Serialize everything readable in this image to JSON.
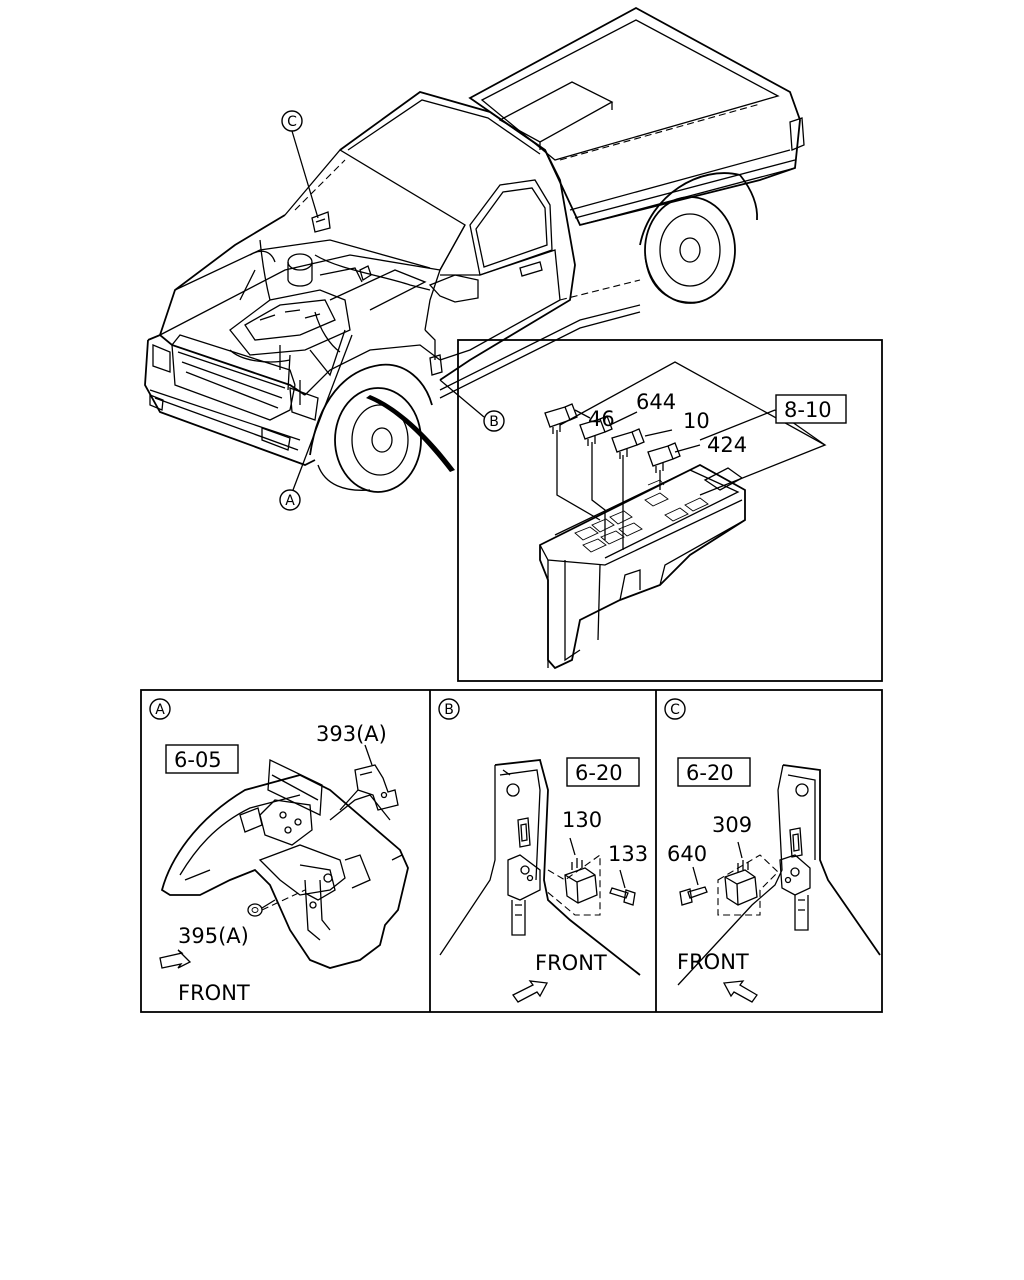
{
  "callouts": {
    "a": "A",
    "b": "B",
    "c": "C"
  },
  "main_view": {
    "ref_box": "8-10",
    "part_labels": [
      "46",
      "644",
      "10",
      "424"
    ]
  },
  "detail_a": {
    "circle": "A",
    "ref_box": "6-05",
    "part_393": "393(A)",
    "part_395": "395(A)",
    "front_label": "FRONT"
  },
  "detail_b": {
    "circle": "B",
    "ref_box": "6-20",
    "part_130": "130",
    "part_133": "133",
    "front_label": "FRONT"
  },
  "detail_c": {
    "circle": "C",
    "ref_box": "6-20",
    "part_309": "309",
    "part_640": "640",
    "front_label": "FRONT"
  }
}
